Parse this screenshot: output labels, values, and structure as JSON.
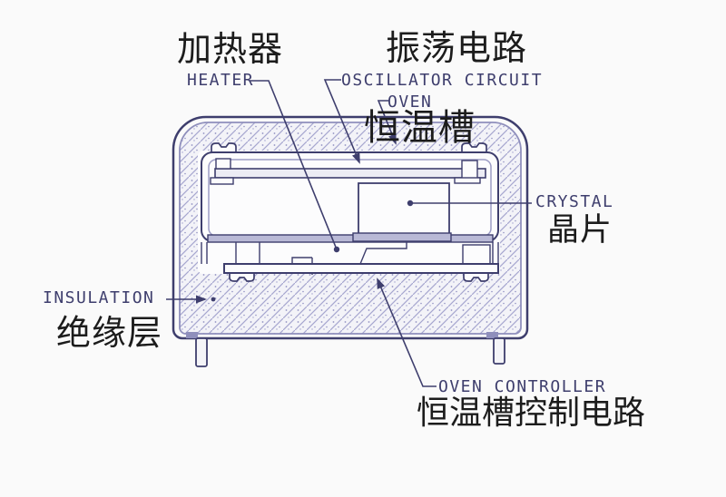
{
  "diagram": {
    "labels": {
      "heater": {
        "zh": "加热器",
        "en": "HEATER"
      },
      "oscillator": {
        "zh": "振荡电路",
        "en": "OSCILLATOR CIRCUIT"
      },
      "oven": {
        "zh": "恒温槽",
        "en": "OVEN"
      },
      "crystal": {
        "zh": "晶片",
        "en": "CRYSTAL"
      },
      "insulation": {
        "zh": "绝缘层",
        "en": "INSULATION"
      },
      "oven_controller": {
        "zh": "恒温槽控制电路",
        "en": "OVEN CONTROLLER"
      }
    },
    "colors": {
      "background": "#fafafa",
      "line": "#3e3e6d",
      "secondary_line": "#9b9bc4",
      "hatch_line": "#a6a6cf",
      "hatch_background": "#f3f3f8",
      "plate_fill": "#b9b9d6",
      "chinese_text": "#1c1c1c"
    }
  }
}
